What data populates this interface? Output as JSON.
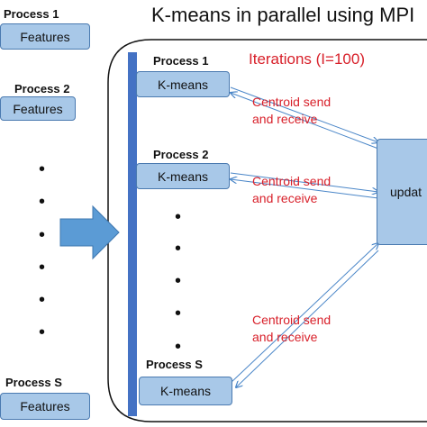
{
  "title": "K-means in parallel using MPI",
  "left": {
    "process1_label": "Process 1",
    "process2_label": "Process 2",
    "processS_label": "Process S",
    "features_label": "Features"
  },
  "inner": {
    "process1_label": "Process 1",
    "process2_label": "Process 2",
    "processS_label": "Process S",
    "kmeans_label": "K-means",
    "iterations_label": "Iterations (I=100)"
  },
  "centroid": {
    "line1": "Centroid send",
    "line2": "and receive"
  },
  "update_label": "updat",
  "colors": {
    "box_fill": "#a8c8e8",
    "box_border": "#4a7ab0",
    "bar": "#4472c4",
    "arrow": "#4a86c8",
    "red_text": "#d8202a"
  }
}
